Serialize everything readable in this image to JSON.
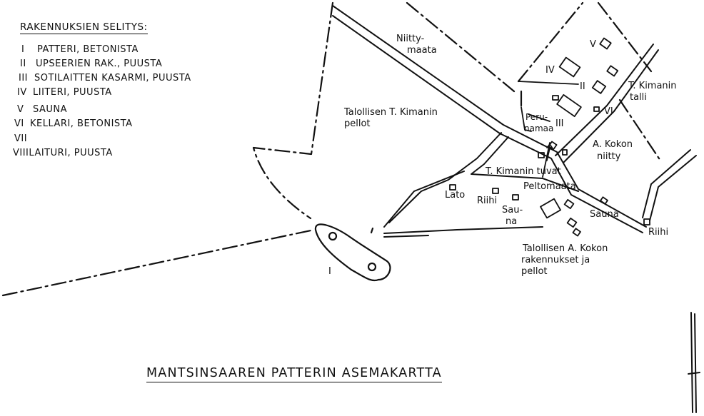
{
  "title": "MANTSINSAAREN PATTERIN ASEMAKARTTA",
  "legend": {
    "heading": "RAKENNUKSIEN SELITYS:",
    "items": [
      {
        "num": "I",
        "text": "PATTERI, BETONISTA"
      },
      {
        "num": "II",
        "text": "UPSEERIEN RAK., PUUSTA"
      },
      {
        "num": "III",
        "text": "SOTILAITTEN KASARMI, PUUSTA"
      },
      {
        "num": "IV",
        "text": "LIITERI, PUUSTA"
      },
      {
        "num": "V",
        "text": "SAUNA"
      },
      {
        "num": "VI",
        "text": "KELLARI, BETONISTA"
      },
      {
        "num": "VII",
        "text": ""
      },
      {
        "num": "VIII",
        "text": "LAITURI, PUUSTA"
      }
    ]
  },
  "labels": {
    "niitty": "Niitty-",
    "maata": "maata",
    "talollisen_kimanin": "Talollisen T. Kimanin",
    "pellot_1": "pellot",
    "peru": "Peru-",
    "namaa": "namaa",
    "roman_iii": "III",
    "roman_iv": "IV",
    "roman_ii": "II",
    "roman_v": "V",
    "roman_vi": "VI",
    "roman_i": "I",
    "kimanin_talli_1": "T. Kimanin",
    "kimanin_talli_2": "talli",
    "kokon_niitty_1": "A. Kokon",
    "kokon_niitty_2": "niitty",
    "kimanin_tuvat": "T. Kimanin tuvat",
    "peltomaata": "Peltomaata",
    "lato": "Lato",
    "riihi_1": "Riihi",
    "sauna_1a": "Sau-",
    "sauna_1b": "na",
    "sauna_2": "Sauna",
    "riihi_2": "Riihi",
    "kokon_rak_1": "Talollisen A. Kokon",
    "kokon_rak_2": "rakennukset ja",
    "kokon_rak_3": "pellot"
  }
}
